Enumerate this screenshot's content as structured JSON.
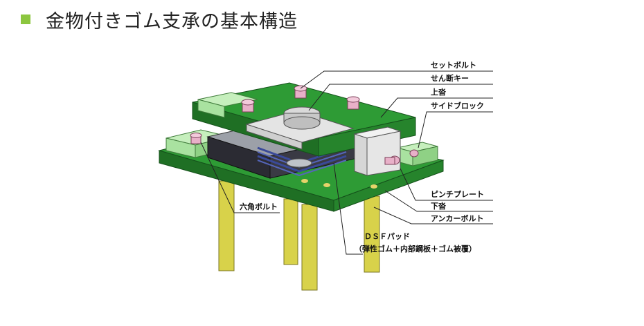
{
  "title": "金物付きゴム支承の基本構造",
  "colors": {
    "accent": "#8cc63f",
    "plate_green": "#2e9b35",
    "plate_green_dark": "#1f6f24",
    "block_green": "#a9e2a0",
    "bolt_pink": "#e8b0c8",
    "anchor_yellow": "#d8d24a",
    "rubber_dark": "#2b2b33",
    "steel_blue": "#3a4a9a"
  },
  "labels": {
    "set_bolt": "セットボルト",
    "shear_key": "せん断キー",
    "upper_shoe": "上沓",
    "side_block": "サイドブロック",
    "pinch_plate": "ピンチプレート",
    "lower_shoe": "下沓",
    "anchor_bolt": "アンカーボルト",
    "hex_bolt": "六角ボルト",
    "dsf_pad": "ＤＳＦパッド",
    "dsf_pad_detail": "（弾性ゴム＋内部鋼板＋ゴム被覆）"
  }
}
